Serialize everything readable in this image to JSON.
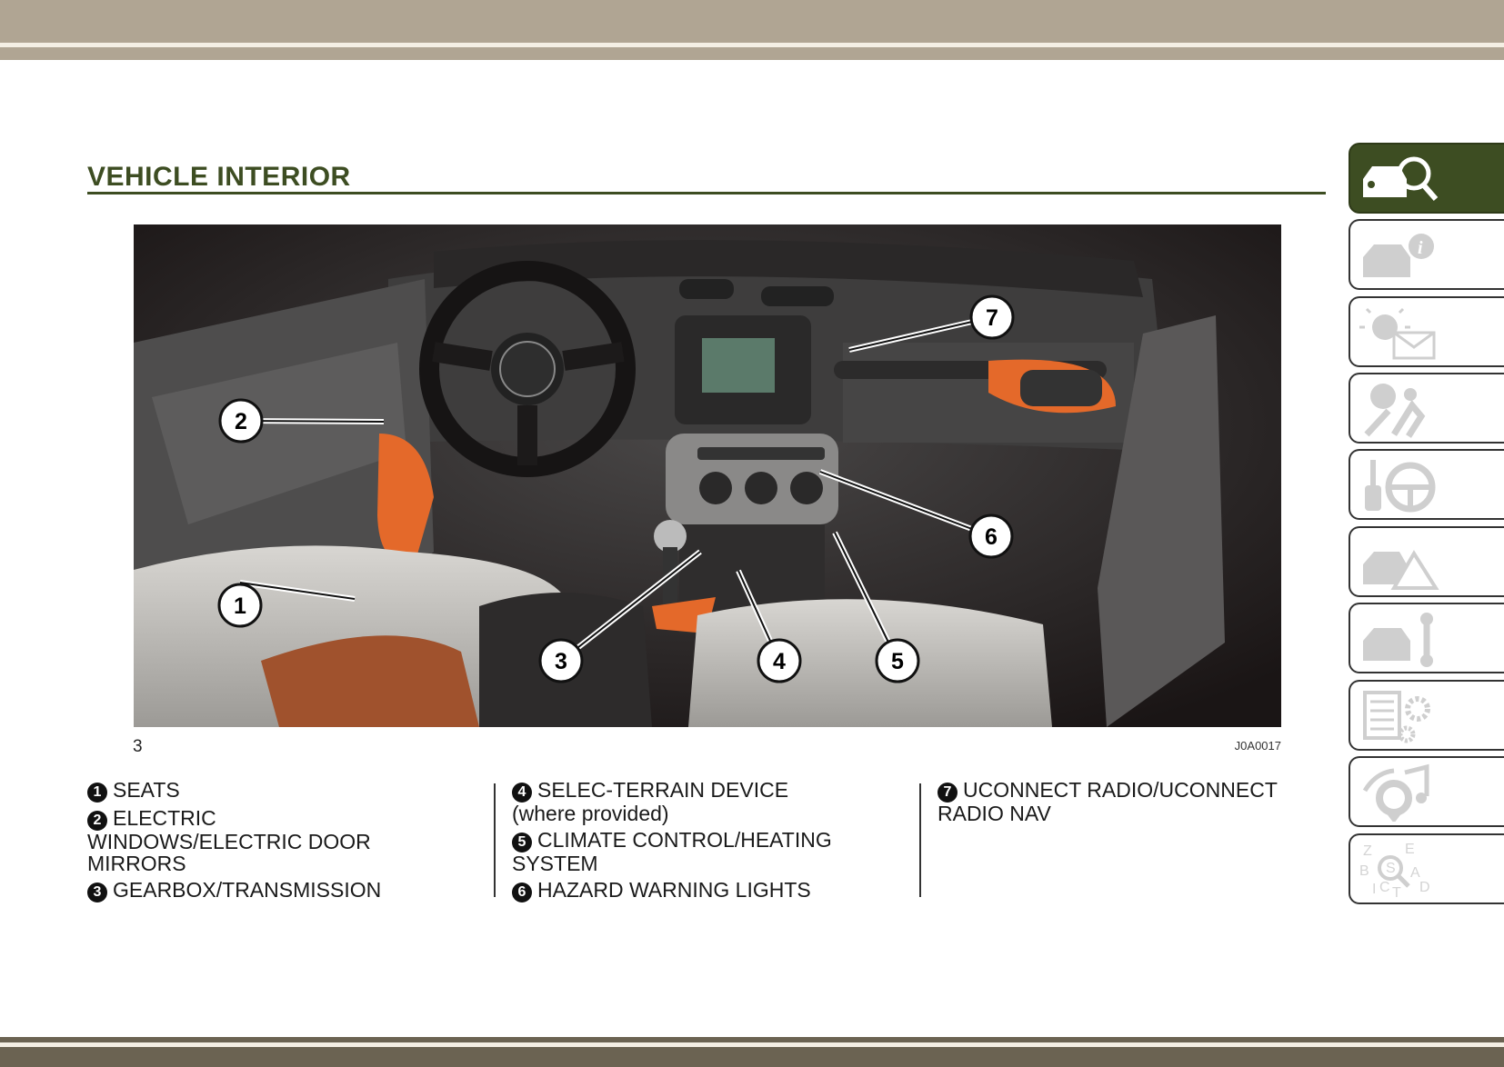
{
  "header": {
    "title": "VEHICLE INTERIOR"
  },
  "figure": {
    "code": "J0A0017",
    "callouts": [
      "1",
      "2",
      "3",
      "4",
      "5",
      "6",
      "7"
    ]
  },
  "page_number": "3",
  "legend": {
    "col1": [
      {
        "num": "1",
        "text": "SEATS"
      },
      {
        "num": "2",
        "text": "ELECTRIC WINDOWS/ELECTRIC DOOR MIRRORS"
      },
      {
        "num": "3",
        "text": "GEARBOX/TRANSMISSION"
      }
    ],
    "col2": [
      {
        "num": "4",
        "text": "SELEC-TERRAIN DEVICE (where provided)"
      },
      {
        "num": "5",
        "text": "CLIMATE CONTROL/HEATING SYSTEM"
      },
      {
        "num": "6",
        "text": "HAZARD WARNING LIGHTS"
      }
    ],
    "col3": [
      {
        "num": "7",
        "text": "UCONNECT RADIO/UCONNECT RADIO NAV"
      }
    ]
  },
  "sidebar_tabs": [
    {
      "icon": "car-search-icon",
      "active": true
    },
    {
      "icon": "car-info-icon"
    },
    {
      "icon": "warning-light-message-icon"
    },
    {
      "icon": "safety-airbag-icon"
    },
    {
      "icon": "key-steering-wheel-icon"
    },
    {
      "icon": "car-emergency-icon"
    },
    {
      "icon": "car-wrench-icon"
    },
    {
      "icon": "specs-gear-icon"
    },
    {
      "icon": "multimedia-icon"
    },
    {
      "icon": "index-search-icon",
      "letters": "Z E B A C T D I S"
    }
  ],
  "colors": {
    "accent": "#3d4d22",
    "band": "#b0a593",
    "band_dark": "#6b6352",
    "trim": "#e4692a"
  }
}
